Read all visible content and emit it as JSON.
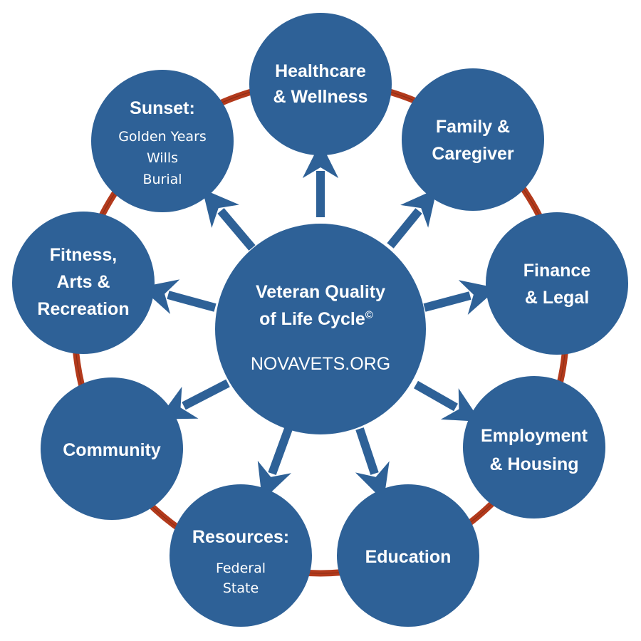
{
  "colors": {
    "node_fill": "#2e6197",
    "ring": "#b33a1c",
    "arrow": "#2e6197",
    "text": "#ffffff",
    "background": "#ffffff"
  },
  "center": {
    "title_line1": "Veteran Quality",
    "title_line2": "of Life Cycle",
    "copyright_mark": "©",
    "website": "NOVAVETS.ORG"
  },
  "nodes": [
    {
      "id": "healthcare",
      "title": [
        "Healthcare",
        "& Wellness"
      ],
      "subtitle": []
    },
    {
      "id": "family",
      "title": [
        "Family &",
        "Caregiver"
      ],
      "subtitle": []
    },
    {
      "id": "finance",
      "title": [
        "Finance",
        "& Legal"
      ],
      "subtitle": []
    },
    {
      "id": "employment",
      "title": [
        "Employment",
        "& Housing"
      ],
      "subtitle": []
    },
    {
      "id": "education",
      "title": [
        "Education"
      ],
      "subtitle": []
    },
    {
      "id": "resources",
      "title": [
        "Resources:"
      ],
      "subtitle": [
        "Federal",
        "State"
      ]
    },
    {
      "id": "community",
      "title": [
        "Community"
      ],
      "subtitle": []
    },
    {
      "id": "fitness",
      "title": [
        "Fitness,",
        "Arts &",
        "Recreation"
      ],
      "subtitle": []
    },
    {
      "id": "sunset",
      "title": [
        "Sunset:"
      ],
      "subtitle": [
        "Golden Years",
        "Wills",
        "Burial"
      ]
    }
  ]
}
